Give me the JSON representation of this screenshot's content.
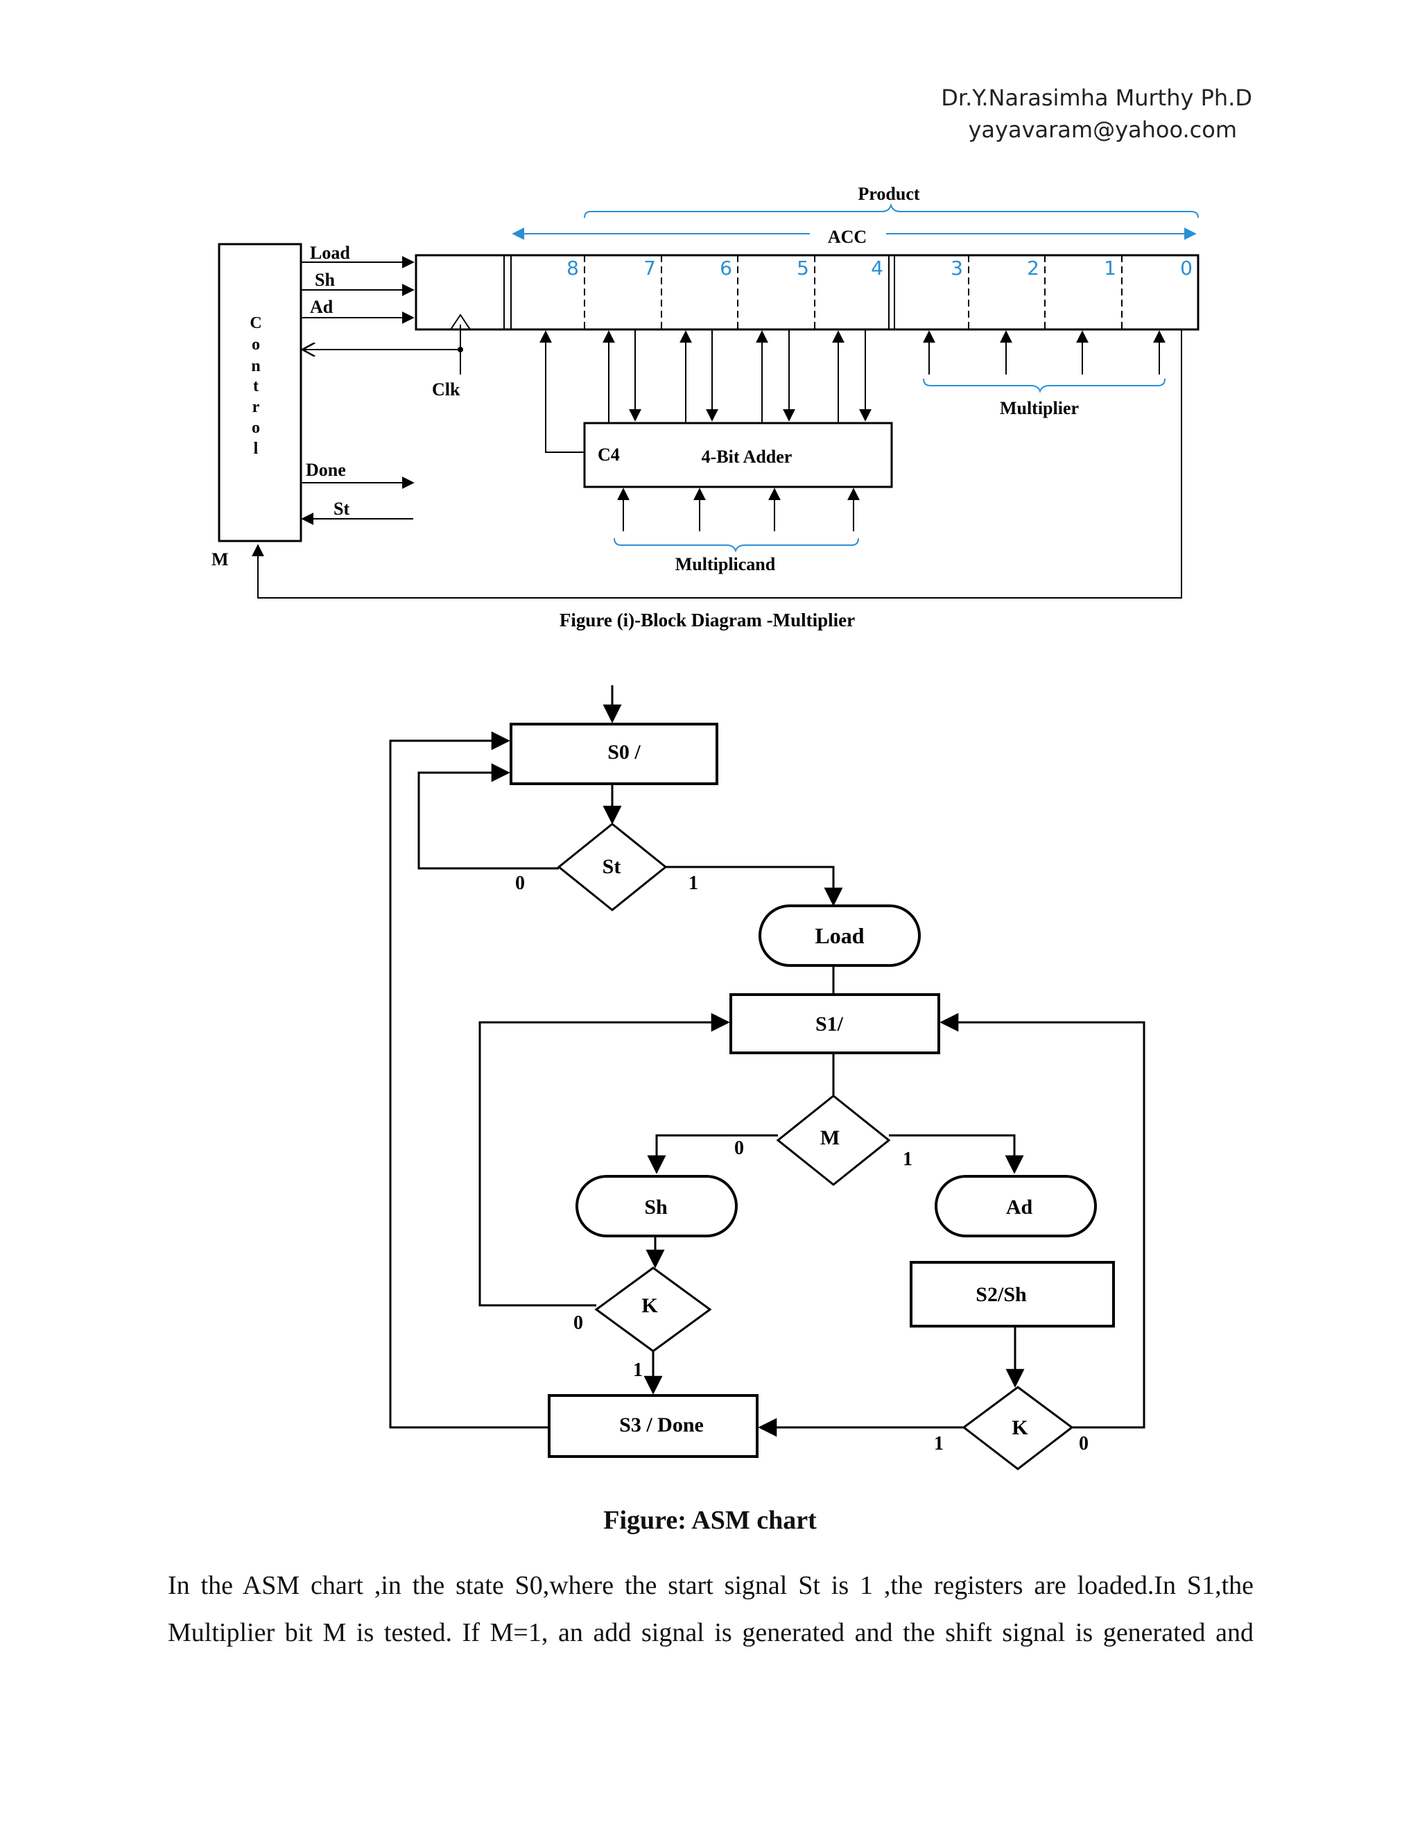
{
  "header": {
    "author": "Dr.Y.Narasimha Murthy Ph.D",
    "email": "yayavaram@yahoo.com"
  },
  "block_diagram": {
    "control_letters": [
      "C",
      "o",
      "n",
      "t",
      "r",
      "o",
      "l"
    ],
    "signals": {
      "load": "Load",
      "sh": "Sh",
      "ad": "Ad",
      "done": "Done",
      "st": "St",
      "m": "M",
      "clk": "Clk"
    },
    "product_label": "Product",
    "acc_label": "ACC",
    "bit_labels": [
      "8",
      "7",
      "6",
      "5",
      "4",
      "3",
      "2",
      "1",
      "0"
    ],
    "multiplier_label": "Multiplier",
    "multiplicand_label": "Multiplicand",
    "adder": {
      "c4": "C4",
      "title": "4-Bit Adder"
    },
    "caption": "Figure (i)-Block Diagram -Multiplier"
  },
  "asm_chart": {
    "s0": "S0 /",
    "st": "St",
    "load": "Load",
    "s1": "S1/",
    "m": "M",
    "sh": "Sh",
    "ad": "Ad",
    "k1": "K",
    "s2": "S2/Sh",
    "k2": "K",
    "s3": "S3 / Done",
    "labels": {
      "st0": "0",
      "st1": "1",
      "m0": "0",
      "m1": "1",
      "k1_0": "0",
      "k1_1": "1",
      "k2_1": "1",
      "k2_0": "0"
    },
    "caption": "Figure: ASM chart"
  },
  "paragraph": {
    "line1": "In the ASM chart ,in the state S0,where the start signal St is 1 ,the registers are loaded.In S1,the",
    "line2": "Multiplier bit M is tested. If M=1, an add signal is generated and the shift signal is generated and"
  }
}
